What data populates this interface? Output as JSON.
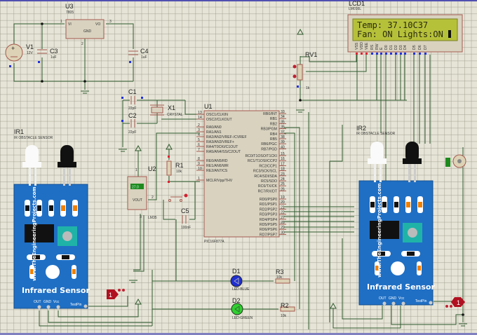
{
  "colors": {
    "wire": "#2f5a2f",
    "ir_board": "#1f6fc4",
    "lcd_screen": "#b6c13a",
    "led_blue": "#2030d0",
    "led_green": "#30d030",
    "pin_red": "#e02030",
    "pin_blue": "#2030e0"
  },
  "u3": {
    "ref": "U3",
    "part": "7805",
    "vi": "VI",
    "vo": "VO",
    "gnd": "GND",
    "pin1": "1",
    "pin3": "3",
    "pin2": "2"
  },
  "v1": {
    "ref": "V1",
    "value": "12V"
  },
  "c3": {
    "ref": "C3",
    "value": "1uF"
  },
  "c4": {
    "ref": "C4",
    "value": "1uF"
  },
  "c1": {
    "ref": "C1",
    "value": "22pF"
  },
  "c2": {
    "ref": "C2",
    "value": "22pF"
  },
  "x1": {
    "ref": "X1",
    "part": "CRYSTAL"
  },
  "u1": {
    "ref": "U1",
    "part": "PIC16F877A",
    "left_pins": [
      {
        "num": "13",
        "name": "OSC1/CLKIN"
      },
      {
        "num": "14",
        "name": "OSC2/CLKOUT"
      },
      {
        "num": "2",
        "name": "RA0/AN0"
      },
      {
        "num": "3",
        "name": "RA1/AN1"
      },
      {
        "num": "4",
        "name": "RA2/AN2/VREF-/CVREF"
      },
      {
        "num": "5",
        "name": "RA3/AN3/VREF+"
      },
      {
        "num": "6",
        "name": "RA4/T0CKI/C1OUT"
      },
      {
        "num": "7",
        "name": "RA5/AN4/SS/C2OUT"
      },
      {
        "num": "8",
        "name": "RE0/AN5/RD"
      },
      {
        "num": "9",
        "name": "RE1/AN6/WR"
      },
      {
        "num": "10",
        "name": "RE2/AN7/CS"
      },
      {
        "num": "1",
        "name": "MCLR/Vpp/THV"
      }
    ],
    "right_pins": [
      {
        "num": "33",
        "name": "RB0/INT"
      },
      {
        "num": "34",
        "name": "RB1"
      },
      {
        "num": "35",
        "name": "RB2"
      },
      {
        "num": "36",
        "name": "RB3/PGM"
      },
      {
        "num": "37",
        "name": "RB4"
      },
      {
        "num": "38",
        "name": "RB5"
      },
      {
        "num": "39",
        "name": "RB6/PGC"
      },
      {
        "num": "40",
        "name": "RB7/PGD"
      },
      {
        "num": "15",
        "name": "RC0/T1OSO/T1CKI"
      },
      {
        "num": "16",
        "name": "RC1/T1OSI/CCP2"
      },
      {
        "num": "17",
        "name": "RC2/CCP1"
      },
      {
        "num": "18",
        "name": "RC3/SCK/SCL"
      },
      {
        "num": "23",
        "name": "RC4/SDI/SDA"
      },
      {
        "num": "24",
        "name": "RC5/SDO"
      },
      {
        "num": "25",
        "name": "RC6/TX/CK"
      },
      {
        "num": "26",
        "name": "RC7/RX/DT"
      },
      {
        "num": "19",
        "name": "RD0/PSP0"
      },
      {
        "num": "20",
        "name": "RD1/PSP1"
      },
      {
        "num": "21",
        "name": "RD2/PSP2"
      },
      {
        "num": "22",
        "name": "RD3/PSP3"
      },
      {
        "num": "27",
        "name": "RD4/PSP4"
      },
      {
        "num": "28",
        "name": "RD5/PSP5"
      },
      {
        "num": "29",
        "name": "RD6/PSP6"
      },
      {
        "num": "30",
        "name": "RD7/PSP7"
      }
    ]
  },
  "u2": {
    "ref": "U2",
    "part": "LM35",
    "display": "27.0",
    "vout": "VOUT",
    "pin1": "1",
    "pin2": "2",
    "pin3": "3"
  },
  "r1": {
    "ref": "R1",
    "value": "10k"
  },
  "c5": {
    "ref": "C5",
    "value": "100nF"
  },
  "rv1": {
    "ref": "RV1",
    "value": "1k"
  },
  "lcd": {
    "ref": "LCD1",
    "part": "LM016L",
    "line1": "Temp: 37.10C37",
    "line2": "Fan: ON  Lights:ON ",
    "pins": [
      "VSS",
      "VDD",
      "VEE",
      "RS",
      "RW",
      "E",
      "D0",
      "D1",
      "D2",
      "D3",
      "D4",
      "D5",
      "D6",
      "D7"
    ]
  },
  "ir1": {
    "ref": "IR1",
    "part": "IR OBSTACLE SENSOR",
    "title": "Infrared Sensor",
    "url": "www.TheEngineeringProjects.com",
    "pins": [
      "OUT",
      "GND",
      "Vcc"
    ],
    "testpin": "TestPin",
    "probe": "1"
  },
  "ir2": {
    "ref": "IR2",
    "part": "IR OBSTACLE SENSOR",
    "title": "Infrared Sensor",
    "url": "www.TheEngineeringProjects.com",
    "pins": [
      "OUT",
      "GND",
      "Vcc"
    ],
    "testpin": "TestPin",
    "probe": "1"
  },
  "d1": {
    "ref": "D1",
    "part": "LED-BLUE"
  },
  "d2": {
    "ref": "D2",
    "part": "LED-GREEN"
  },
  "r3": {
    "ref": "R3",
    "value": "10k"
  },
  "r2": {
    "ref": "R2",
    "value": "10k"
  }
}
